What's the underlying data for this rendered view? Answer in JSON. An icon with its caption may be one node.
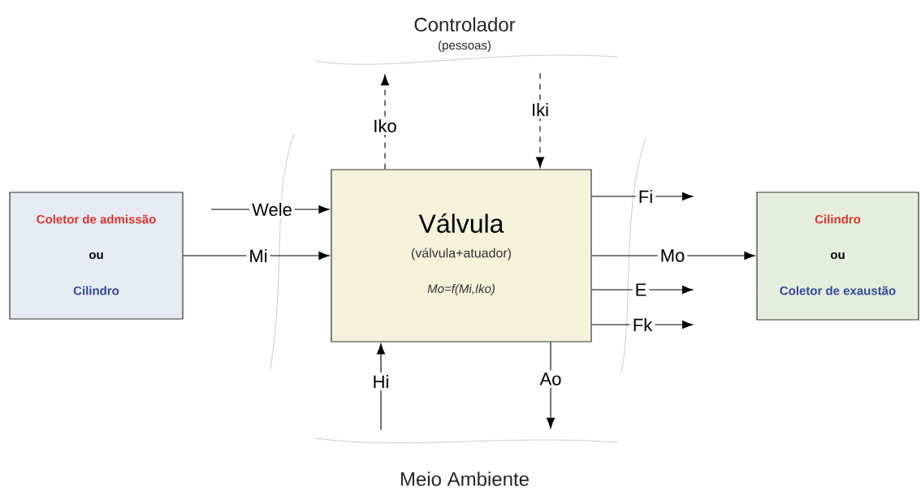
{
  "diagram": {
    "nodes": [
      {
        "text": [
          "Coletor de admissão",
          "ou",
          "Cilindro"
        ]
      },
      {
        "text": [
          "Válvula",
          "(válvula+atuador)",
          "Mo=f(Mi,Iko)"
        ]
      },
      {
        "text": [
          "Cilindro",
          "ou",
          "Coletor de exaustão"
        ]
      },
      {
        "text": [
          "Controlador",
          "(pessoas)"
        ]
      },
      {
        "text": [
          "Meio Ambiente"
        ]
      }
    ],
    "edges": [
      {
        "from": 1,
        "to": 3,
        "arrow": "to",
        "label": "Iko",
        "style": "dashed"
      },
      {
        "from": 3,
        "to": 1,
        "arrow": "to",
        "label": "Iki",
        "style": "dashed"
      },
      {
        "from": null,
        "to": 1,
        "arrow": "to",
        "label": "Wele"
      },
      {
        "from": 0,
        "to": 1,
        "arrow": "to",
        "label": "Mi"
      },
      {
        "from": 1,
        "to": null,
        "arrow": "to",
        "label": "Fi"
      },
      {
        "from": 1,
        "to": 2,
        "arrow": "to",
        "label": "Mo"
      },
      {
        "from": 1,
        "to": null,
        "arrow": "to",
        "label": "E"
      },
      {
        "from": 1,
        "to": null,
        "arrow": "to",
        "label": "Fk"
      },
      {
        "from": 4,
        "to": 1,
        "arrow": "to",
        "label": "Hi"
      },
      {
        "from": 1,
        "to": 4,
        "arrow": "to",
        "label": "Ao"
      }
    ]
  }
}
